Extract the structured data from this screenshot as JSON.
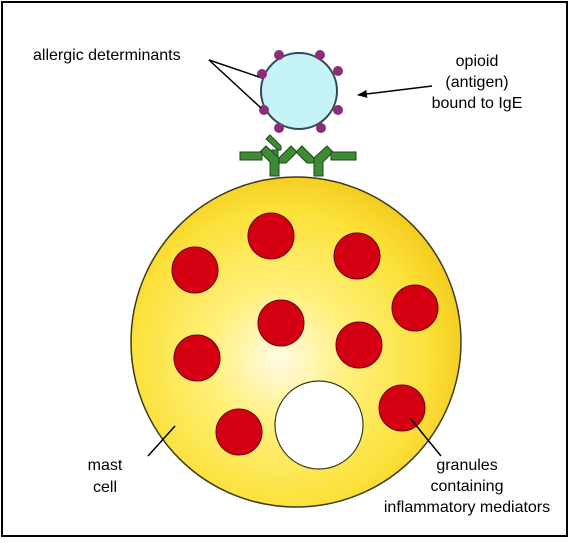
{
  "labels": {
    "allergic_determinants": "allergic determinants",
    "opioid_line1": "opioid",
    "opioid_line2": "(antigen)",
    "opioid_line3": "bound to IgE",
    "mast_line1": "mast",
    "mast_line2": "cell",
    "granules_line1": "granules",
    "granules_line2": "containing",
    "granules_line3": "inflammatory mediators"
  },
  "colors": {
    "frame": "#000000",
    "cell_center": "#fffbe6",
    "cell_mid": "#fbe13a",
    "cell_edge": "#f3c617",
    "cell_outline": "#3b3b1a",
    "granule": "#d40012",
    "granule_outline": "#6a0008",
    "vacuole": "#ffffff",
    "antigen_fill": "#c6f3f6",
    "antigen_outline": "#2c4c55",
    "determinant": "#8a2e7c",
    "antibody": "#3f8a35",
    "antibody_outline": "#1c4a18"
  }
}
